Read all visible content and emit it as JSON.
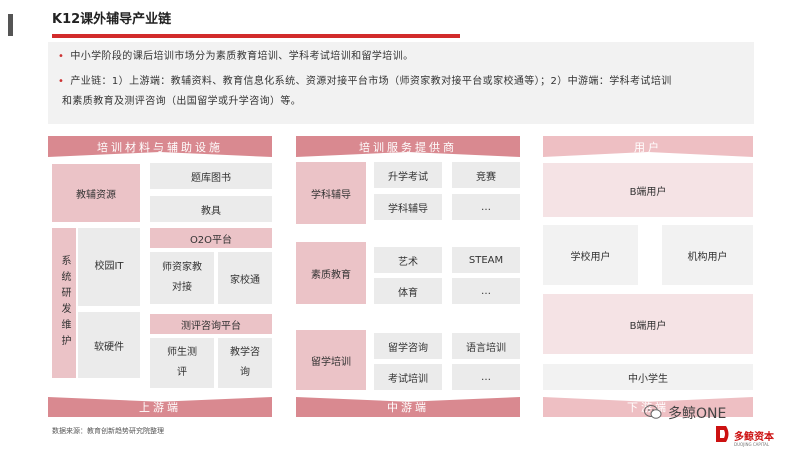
{
  "title": "K12课外辅导产业链",
  "intro": {
    "bullet1": "中小学阶段的课后培训市场分为素质教育培训、学科考试培训和留学培训。",
    "bullet2_line1": "产业链：1）上游端：教辅资料、教育信息化系统、资源对接平台市场（师资家教对接平台或家校通等）；2）中游端：学科考试培训",
    "bullet2_line2": "和素质教育及测评咨询（出国留学或升学咨询）等。"
  },
  "upstream": {
    "header": "培训材料与辅助设施",
    "teaching_resources": "教辅资源",
    "question_bank": "题库图书",
    "teaching_aids": "教具",
    "system_label": "系统研发维护",
    "campus_it": "校园IT",
    "software_hardware": "软硬件",
    "o2o_header": "O2O平台",
    "tutor_matching": "师资家教对接",
    "home_school": "家校通",
    "assessment_header": "测评咨询平台",
    "student_assessment": "师生测评",
    "education_consulting": "教学咨询",
    "footer": "上游端"
  },
  "midstream": {
    "header": "培训服务提供商",
    "subject_tutoring": "学科辅导",
    "exam_prep": "升学考试",
    "competition": "竞赛",
    "subject_tutoring_item": "学科辅导",
    "ellipsis1": "…",
    "quality_education": "素质教育",
    "art": "艺术",
    "steam": "STEAM",
    "sports": "体育",
    "ellipsis2": "…",
    "study_abroad": "留学培训",
    "abroad_consulting": "留学咨询",
    "language_training": "语言培训",
    "exam_training": "考试培训",
    "ellipsis3": "…",
    "footer": "中游端"
  },
  "downstream": {
    "header": "用户",
    "b_users_1": "B端用户",
    "school_users": "学校用户",
    "institution_users": "机构用户",
    "b_users_2": "B端用户",
    "students": "中小学生",
    "footer": "下游端"
  },
  "source": "数据来源：教育创新趋势研究院整理",
  "watermark": "多鲸ONE",
  "logo": "多鲸资本",
  "logo_sub": "DUOJING CAPITAL"
}
